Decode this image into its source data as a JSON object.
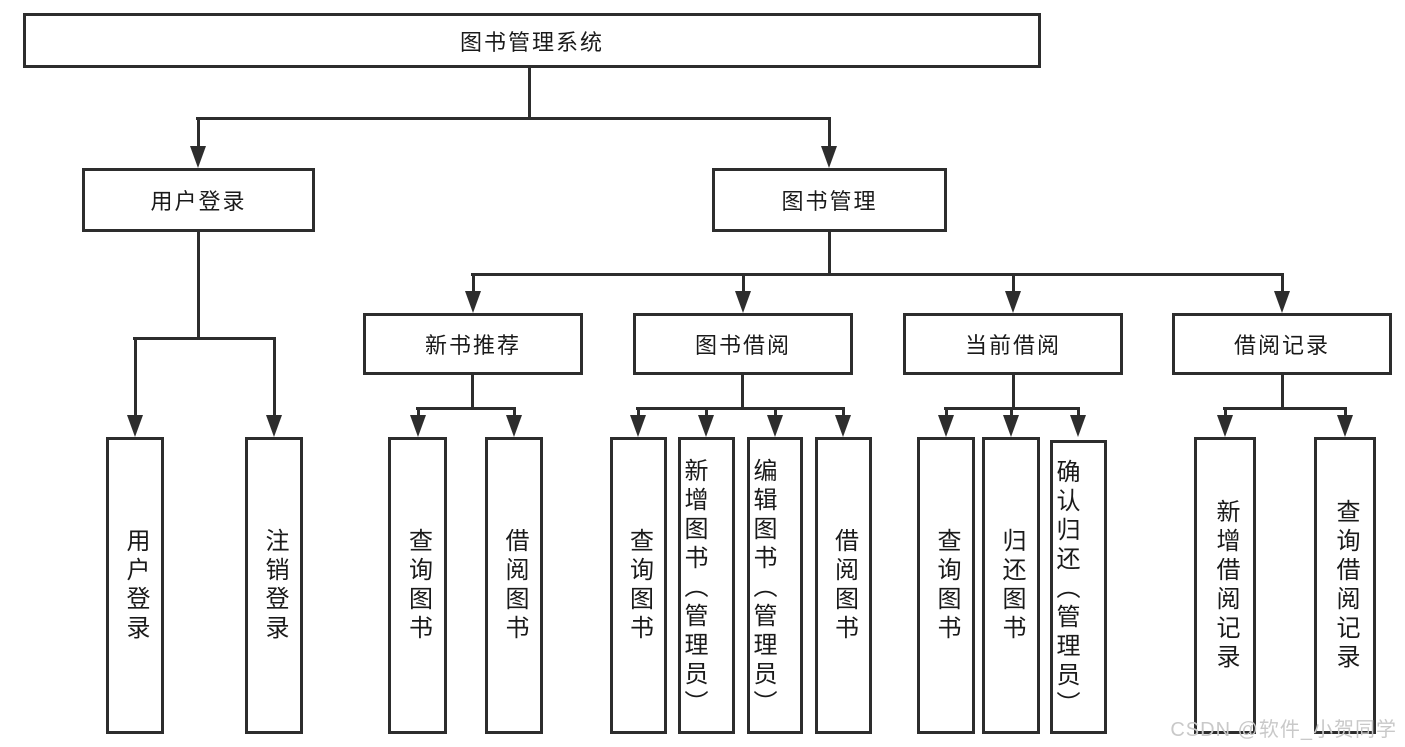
{
  "diagram": {
    "root": {
      "label": "图书管理系统"
    },
    "level2": [
      {
        "label": "用户登录"
      },
      {
        "label": "图书管理"
      }
    ],
    "level3": [
      {
        "label": "新书推荐"
      },
      {
        "label": "图书借阅"
      },
      {
        "label": "当前借阅"
      },
      {
        "label": "借阅记录"
      }
    ],
    "leaves": {
      "user_login": [
        "用户登录",
        "注销登录"
      ],
      "new_books": [
        "查询图书",
        "借阅图书"
      ],
      "borrow": [
        "查询图书",
        "新增图书（管理员）",
        "编辑图书（管理员）",
        "借阅图书"
      ],
      "current": [
        "查询图书",
        "归还图书",
        "确认归还（管理员）"
      ],
      "records": [
        "新增借阅记录",
        "查询借阅记录"
      ]
    },
    "watermark": "CSDN @软件_小贺同学",
    "colors": {
      "line": "#2d2d2d",
      "text": "#1a1a1a",
      "watermark": "#c9c9c9",
      "background": "#ffffff"
    }
  }
}
